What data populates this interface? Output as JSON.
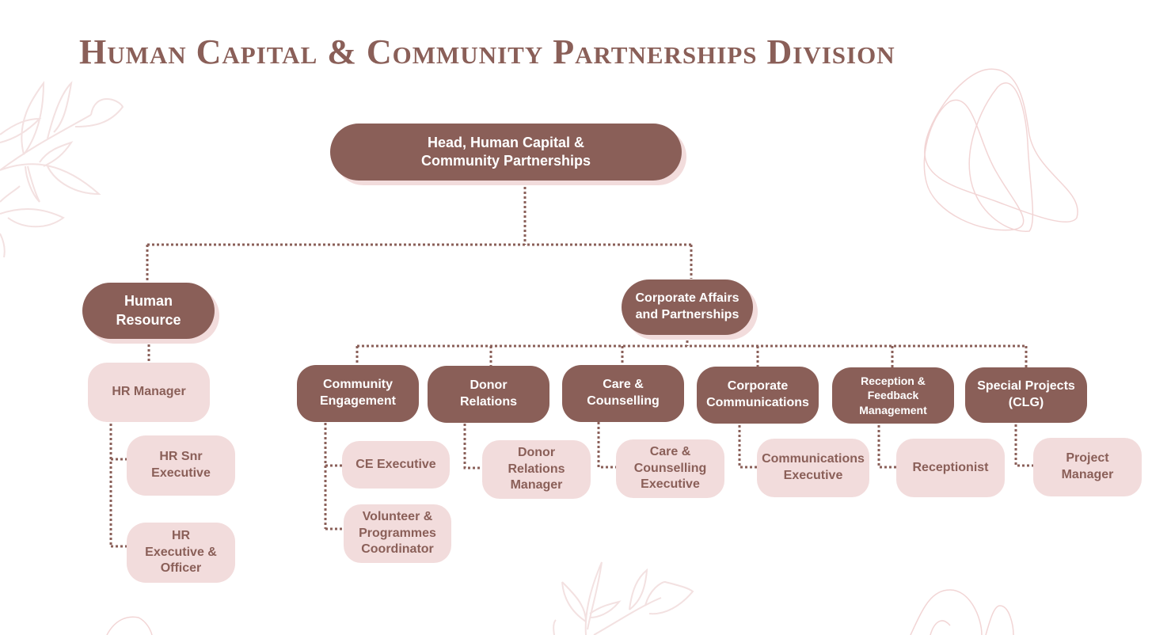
{
  "title": "Human Capital & Community Partnerships Division",
  "colors": {
    "primary": "#8a5f58",
    "secondary": "#f2dcdc",
    "background": "#ffffff"
  },
  "decorations": [
    "leaf-branch-icon",
    "abstract-line-shape-icon"
  ],
  "org": {
    "head": "Head, Human Capital & Community Partnerships",
    "human_resource": {
      "label": "Human Resource",
      "manager": "HR Manager",
      "reports": [
        "HR Snr Executive",
        "HR Executive & Officer"
      ]
    },
    "corporate_affairs": {
      "label": "Corporate Affairs and Partnerships",
      "units": [
        {
          "label": "Community Engagement",
          "roles": [
            "CE Executive",
            "Volunteer & Programmes Coordinator"
          ]
        },
        {
          "label": "Donor Relations",
          "roles": [
            "Donor Relations Manager"
          ]
        },
        {
          "label": "Care & Counselling",
          "roles": [
            "Care & Counselling Executive"
          ]
        },
        {
          "label": "Corporate Communications",
          "roles": [
            "Communications Executive"
          ]
        },
        {
          "label": "Reception & Feedback Management",
          "roles": [
            "Receptionist"
          ]
        },
        {
          "label": "Special Projects (CLG)",
          "roles": [
            "Project Manager"
          ]
        }
      ]
    }
  }
}
